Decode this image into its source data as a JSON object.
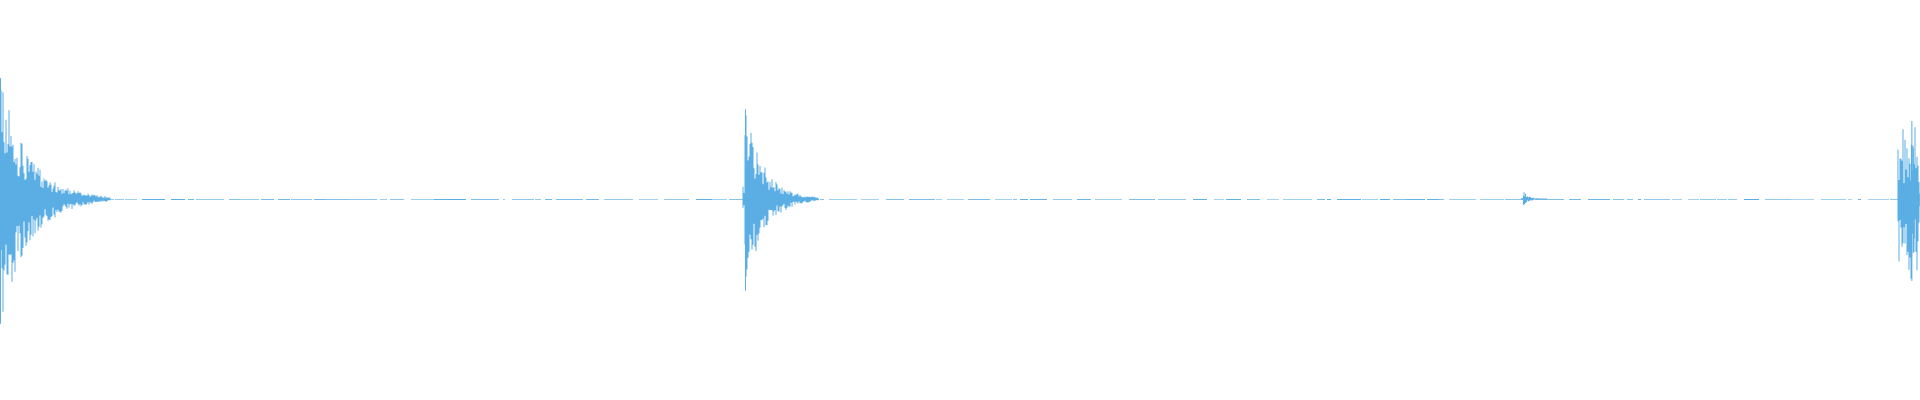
{
  "waveform": {
    "color": "#5aaee3",
    "background": "#ffffff",
    "duration_fraction_markers": "none",
    "transients": [
      {
        "at": 0.0,
        "peak_up": 0.62,
        "peak_down": 0.64,
        "decay": 0.048,
        "tail_level": 0.03
      },
      {
        "at": 0.388,
        "peak_up": 0.46,
        "peak_down": 0.47,
        "decay": 0.032,
        "tail_level": 0.025
      },
      {
        "at": 0.7935,
        "peak_up": 0.035,
        "peak_down": 0.03,
        "decay": 0.01,
        "tail_level": 0.01
      },
      {
        "at": 0.9955,
        "peak_up": 0.4,
        "peak_down": 0.42,
        "decay": 0.006,
        "tail_level": 0.3
      }
    ],
    "noise_floor": 0.006
  }
}
